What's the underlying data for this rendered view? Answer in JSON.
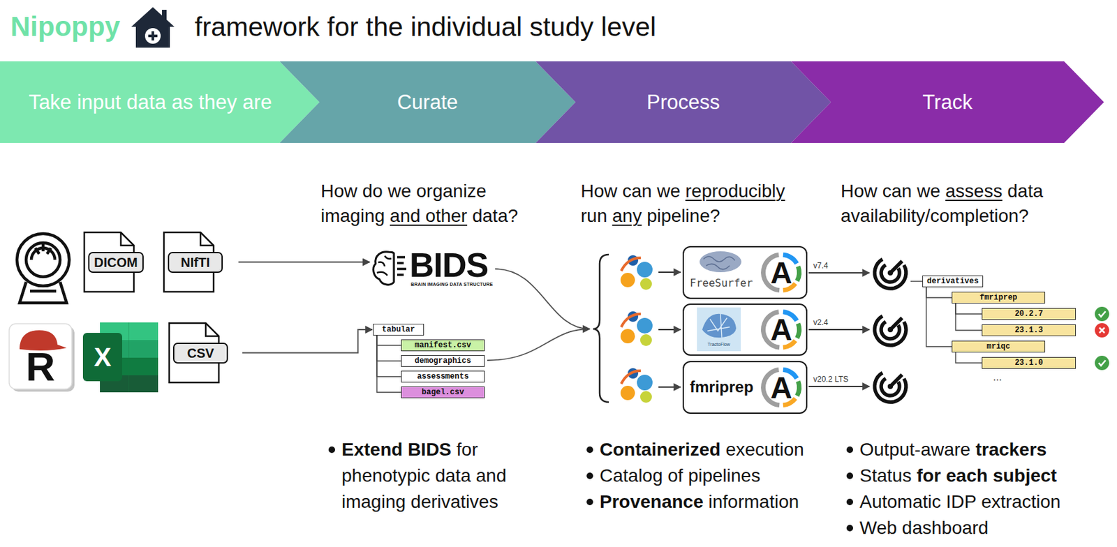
{
  "diagram": {
    "title": "framework for the individual study level",
    "nodes": [
      {
        "text": [
          "Take input data as they are"
        ]
      },
      {
        "text": [
          "Curate"
        ]
      },
      {
        "text": [
          "Process"
        ]
      },
      {
        "text": [
          "Track"
        ]
      },
      {
        "text": [
          "DICOM"
        ]
      },
      {
        "text": [
          "NIfTI"
        ]
      },
      {
        "text": [
          "CSV"
        ]
      },
      {
        "text": [
          "BIDS",
          "BRAIN IMAGING DATA STRUCTURE"
        ]
      },
      {
        "text": [
          "tabular"
        ]
      },
      {
        "text": [
          "manifest.csv"
        ]
      },
      {
        "text": [
          "demographics"
        ]
      },
      {
        "text": [
          "assessments"
        ]
      },
      {
        "text": [
          "bagel.csv"
        ]
      },
      {
        "text": [
          "FreeSurfer"
        ]
      },
      {
        "text": [
          "TractoFlow"
        ]
      },
      {
        "text": [
          "fmriprep"
        ]
      },
      {
        "text": [
          "derivatives"
        ]
      },
      {
        "text": [
          "fmriprep"
        ]
      },
      {
        "text": [
          "20.2.7"
        ]
      },
      {
        "text": [
          "23.1.3"
        ]
      },
      {
        "text": [
          "mriqc"
        ]
      },
      {
        "text": [
          "23.1.0"
        ]
      }
    ],
    "edges": [
      {
        "from": 5,
        "to": 7,
        "arrow": "to"
      },
      {
        "from": 6,
        "to": 8,
        "arrow": "to"
      },
      {
        "from": 8,
        "to": 9,
        "arrow": "none"
      },
      {
        "from": 8,
        "to": 10,
        "arrow": "none"
      },
      {
        "from": 8,
        "to": 11,
        "arrow": "none"
      },
      {
        "from": 8,
        "to": 12,
        "arrow": "none"
      },
      {
        "from": 16,
        "to": 17,
        "arrow": "none"
      },
      {
        "from": 17,
        "to": 18,
        "arrow": "none"
      },
      {
        "from": 17,
        "to": 19,
        "arrow": "none"
      },
      {
        "from": 16,
        "to": 20,
        "arrow": "none"
      },
      {
        "from": 20,
        "to": 21,
        "arrow": "none"
      }
    ],
    "labels": [
      "Nipoppy",
      "R",
      "X",
      "How do we organize imaging and other data?",
      "How can we reproducibly run any pipeline?",
      "How can we assess data availability/completion?",
      "A",
      "A",
      "A",
      "v7.4",
      "v2.4",
      "v20.2 LTS",
      "...",
      "Extend BIDS for phenotypic data and imaging derivatives",
      "Containerized execution",
      "Catalog of pipelines",
      "Provenance information",
      "Output-aware trackers",
      "Status for each subject",
      "Automatic IDP extraction",
      "Web dashboard"
    ]
  }
}
